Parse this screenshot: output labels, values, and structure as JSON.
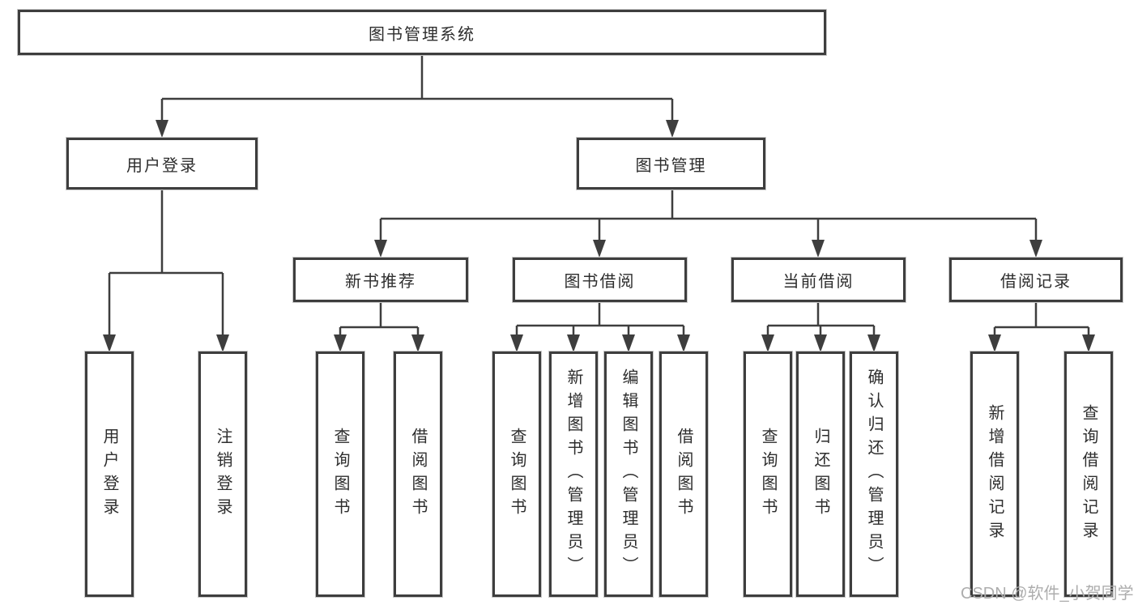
{
  "diagram_title": "图书管理系统",
  "nodes": {
    "root": {
      "label": "图书管理系统"
    },
    "level2": [
      {
        "label": "用户登录"
      },
      {
        "label": "图书管理"
      }
    ],
    "level3": [
      {
        "label": "新书推荐"
      },
      {
        "label": "图书借阅"
      },
      {
        "label": "当前借阅"
      },
      {
        "label": "借阅记录"
      }
    ],
    "leaves": [
      {
        "label": "用户登录"
      },
      {
        "label": "注销登录"
      },
      {
        "label": "查询图书"
      },
      {
        "label": "借阅图书"
      },
      {
        "label": "查询图书"
      },
      {
        "label": "新增图书（管理员）"
      },
      {
        "label": "编辑图书（管理员）"
      },
      {
        "label": "借阅图书"
      },
      {
        "label": "查询图书"
      },
      {
        "label": "归还图书"
      },
      {
        "label": "确认归还（管理员）"
      },
      {
        "label": "新增借阅记录"
      },
      {
        "label": "查询借阅记录"
      }
    ]
  },
  "edges": [
    {
      "from": "图书管理系统",
      "to": [
        "用户登录",
        "图书管理"
      ]
    },
    {
      "from": "用户登录",
      "to": [
        "用户登录",
        "注销登录"
      ]
    },
    {
      "from": "图书管理",
      "to": [
        "新书推荐",
        "图书借阅",
        "当前借阅",
        "借阅记录"
      ]
    },
    {
      "from": "新书推荐",
      "to": [
        "查询图书",
        "借阅图书"
      ]
    },
    {
      "from": "图书借阅",
      "to": [
        "查询图书",
        "新增图书（管理员）",
        "编辑图书（管理员）",
        "借阅图书"
      ]
    },
    {
      "from": "当前借阅",
      "to": [
        "查询图书",
        "归还图书",
        "确认归还（管理员）"
      ]
    },
    {
      "from": "借阅记录",
      "to": [
        "新增借阅记录",
        "查询借阅记录"
      ]
    }
  ],
  "watermark": "CSDN @软件_小贺同学",
  "colors": {
    "line": "#3e3e3e",
    "box_border": "#3e3e3e",
    "text": "#2d2d2d",
    "watermark": "#adadad",
    "background": "#ffffff"
  }
}
